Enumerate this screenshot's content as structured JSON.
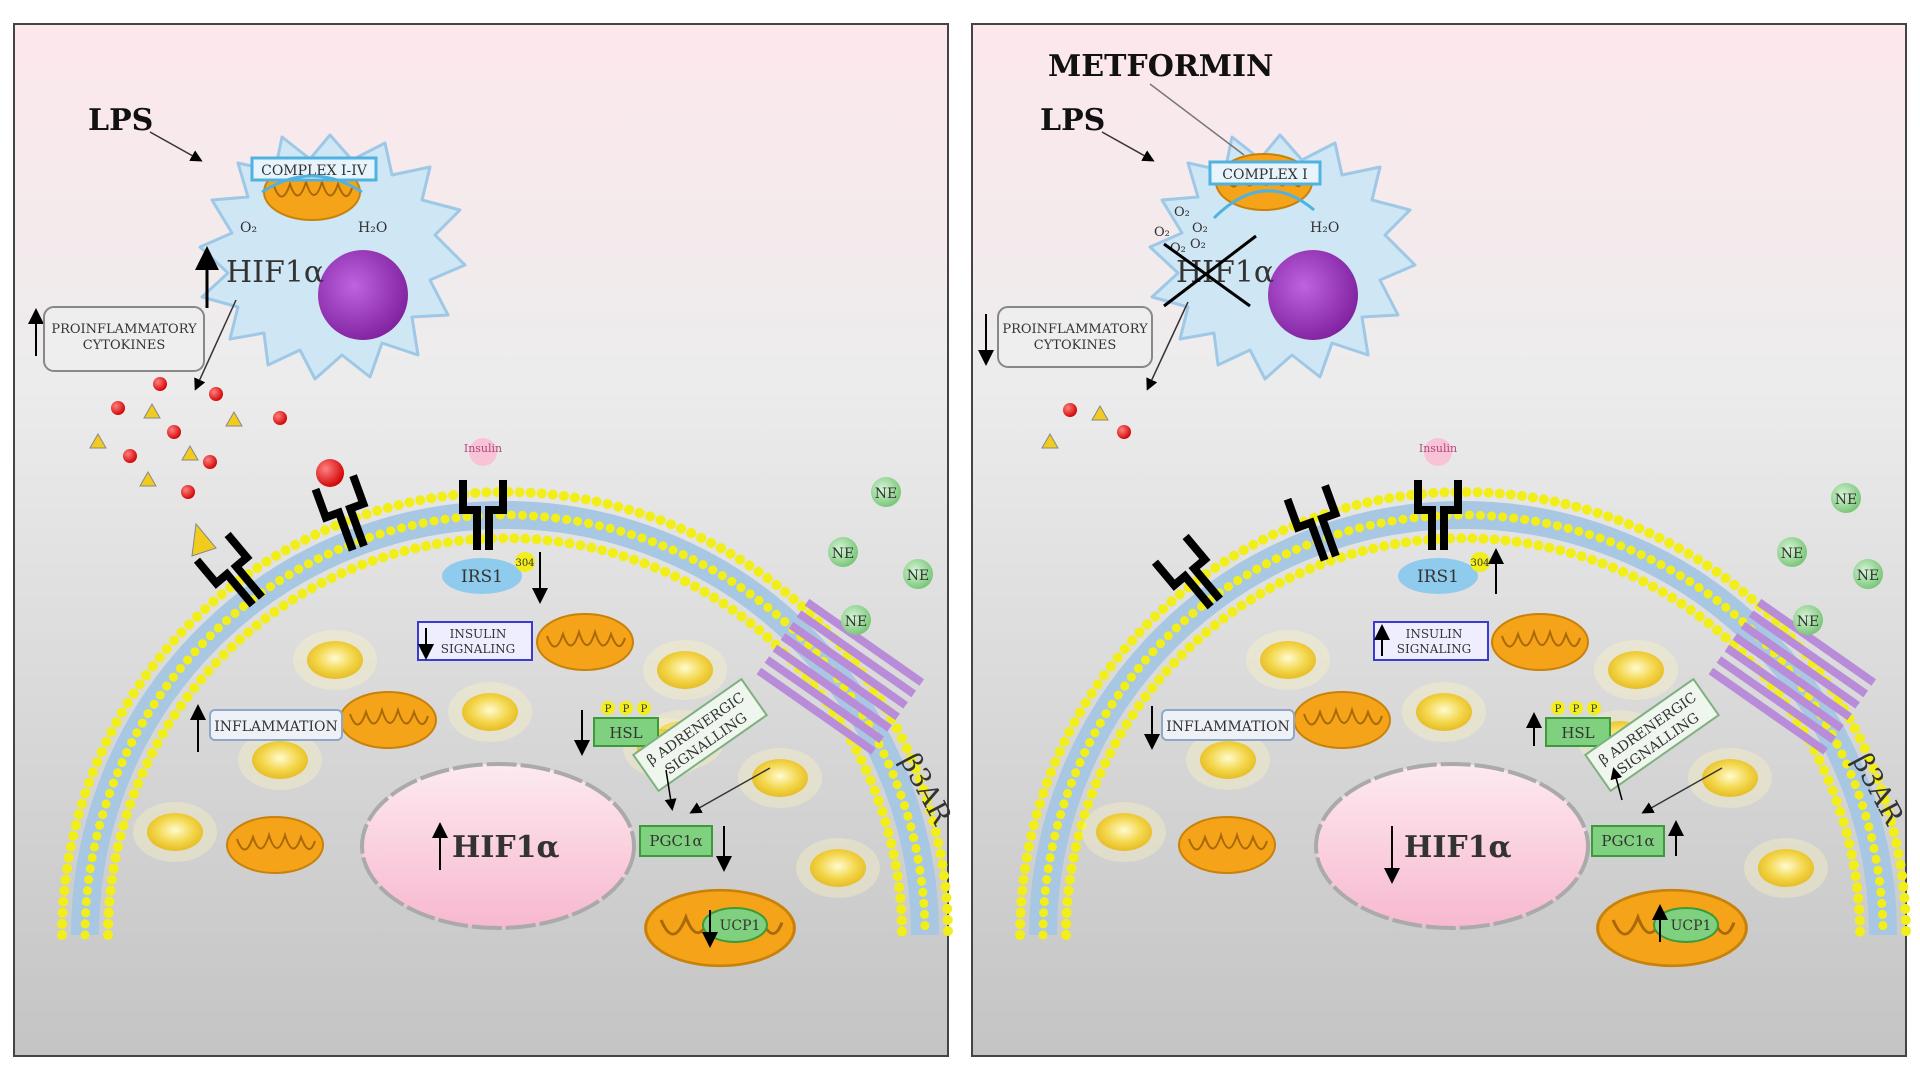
{
  "left": {
    "lps": "LPS",
    "complex": "COMPLEX I-IV",
    "o2": "O₂",
    "h2o": "H₂O",
    "hif_macro": "HIF1α",
    "cytokines_line1": "PROINFLAMMATORY",
    "cytokines_line2": "CYTOKINES",
    "insulin": "Insulin",
    "irs1": "IRS1",
    "ser": "304",
    "insulin_sig_line1": "INSULIN",
    "insulin_sig_line2": "SIGNALING",
    "inflammation": "INFLAMMATION",
    "hsl": "HSL",
    "p": "P",
    "beta_sig_line1": "β ADRENERGIC",
    "beta_sig_line2": "SIGNALLING",
    "b3ar": "β3AR",
    "ne": "NE",
    "hif_nucleus": "HIF1α",
    "pgc": "PGC1α",
    "ucp": "UCP1"
  },
  "right": {
    "metformin": "METFORMIN",
    "lps": "LPS",
    "complex": "COMPLEX I",
    "o2": "O₂",
    "h2o": "H₂O",
    "hif_macro": "HIF1α",
    "cytokines_line1": "PROINFLAMMATORY",
    "cytokines_line2": "CYTOKINES",
    "insulin": "Insulin",
    "irs1": "IRS1",
    "ser": "304",
    "insulin_sig_line1": "INSULIN",
    "insulin_sig_line2": "SIGNALING",
    "inflammation": "INFLAMMATION",
    "hsl": "HSL",
    "p": "P",
    "beta_sig_line1": "β ADRENERGIC",
    "beta_sig_line2": "SIGNALLING",
    "b3ar": "β3AR",
    "ne": "NE",
    "hif_nucleus": "HIF1α",
    "pgc": "PGC1α",
    "ucp": "UCP1"
  },
  "colors": {
    "mito": "#f5a318",
    "nucleus": "#8e24aa",
    "cell": "#cfe6f5",
    "membrane": "#f2ee1a",
    "green_box": "#7fd07f",
    "receptor": "#b98cd9"
  }
}
